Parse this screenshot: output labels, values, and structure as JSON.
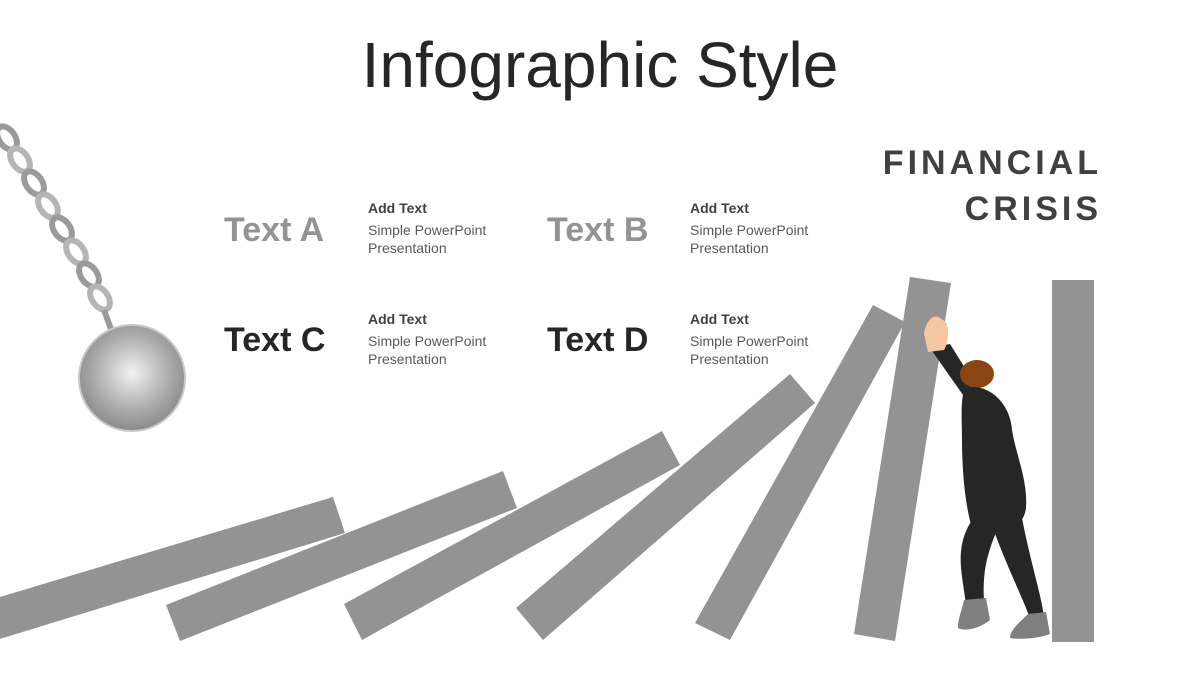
{
  "slide": {
    "title": "Infographic Style",
    "headline_line1": "FINANCIAL",
    "headline_line2": "CRISIS"
  },
  "items": [
    {
      "label": "Text A",
      "heading": "Add Text",
      "body": "Simple PowerPoint Presentation"
    },
    {
      "label": "Text B",
      "heading": "Add Text",
      "body": "Simple PowerPoint Presentation"
    },
    {
      "label": "Text C",
      "heading": "Add Text",
      "body": "Simple PowerPoint Presentation"
    },
    {
      "label": "Text D",
      "heading": "Add Text",
      "body": "Simple PowerPoint Presentation"
    }
  ],
  "colors": {
    "domino": "#939393",
    "title": "#262626",
    "headline": "#404040",
    "label_light": "#939393",
    "label_dark": "#262626",
    "person_suit": "#262626",
    "person_hair": "#8B4513",
    "person_skin": "#F5C7A0"
  },
  "icons": [
    "wrecking-ball-icon",
    "chain-icon",
    "pushing-person-icon"
  ]
}
